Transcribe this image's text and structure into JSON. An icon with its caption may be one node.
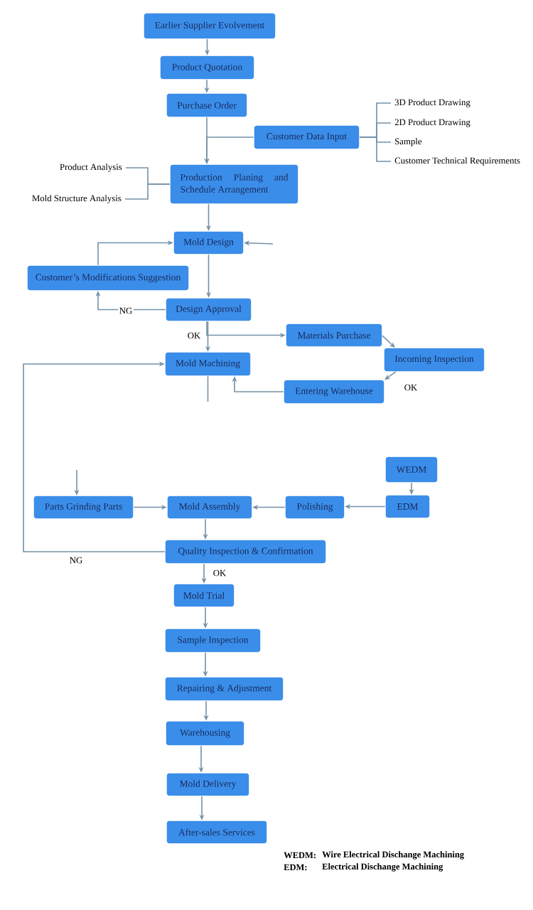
{
  "diagram": {
    "nodes": [
      {
        "text": [
          "Earlier Supplier Evolvement"
        ]
      },
      {
        "text": [
          "Product Quotation"
        ]
      },
      {
        "text": [
          "Purchase Order"
        ]
      },
      {
        "text": [
          "Customer Data Input"
        ]
      },
      {
        "text": [
          "3D Product Drawing"
        ]
      },
      {
        "text": [
          "2D Product Drawing"
        ]
      },
      {
        "text": [
          "Sample"
        ]
      },
      {
        "text": [
          "Customer Technical Requirements"
        ]
      },
      {
        "text": [
          "Product Analysis"
        ]
      },
      {
        "text": [
          "Production Planing and Schedule Arrangement"
        ]
      },
      {
        "text": [
          "Mold Structure Analysis"
        ]
      },
      {
        "text": [
          "Mold Design"
        ]
      },
      {
        "text": [
          "Customer’s Modifications Suggestion"
        ]
      },
      {
        "text": [
          "Design Approval"
        ]
      },
      {
        "text": [
          "Materials Purchase"
        ]
      },
      {
        "text": [
          "Mold Machining"
        ]
      },
      {
        "text": [
          "Incoming Inspection"
        ]
      },
      {
        "text": [
          "Entering Warehouse"
        ]
      },
      {
        "text": [
          "WEDM"
        ]
      },
      {
        "text": [
          "Parts Grinding Parts"
        ]
      },
      {
        "text": [
          "Mold Assembly"
        ]
      },
      {
        "text": [
          "Polishing"
        ]
      },
      {
        "text": [
          "EDM"
        ]
      },
      {
        "text": [
          "Quality Inspection & Confirmation"
        ]
      },
      {
        "text": [
          "Mold Trial"
        ]
      },
      {
        "text": [
          "Sample Inspection"
        ]
      },
      {
        "text": [
          "Repairing & Adjustment"
        ]
      },
      {
        "text": [
          "Warehousing"
        ]
      },
      {
        "text": [
          "Mold Delivery"
        ]
      },
      {
        "text": [
          "After-sales Services"
        ]
      }
    ],
    "edges": [
      {
        "from": 0,
        "to": 1,
        "arrow": "to"
      },
      {
        "from": 1,
        "to": 2,
        "arrow": "to"
      },
      {
        "from": 2,
        "to": 9,
        "arrow": "to"
      },
      {
        "from": 3,
        "to": 9,
        "arrow": "to"
      },
      {
        "from": 3,
        "to": 4,
        "arrow": "none"
      },
      {
        "from": 3,
        "to": 5,
        "arrow": "none"
      },
      {
        "from": 3,
        "to": 6,
        "arrow": "none"
      },
      {
        "from": 3,
        "to": 7,
        "arrow": "none"
      },
      {
        "from": 8,
        "to": 9,
        "arrow": "none"
      },
      {
        "from": 10,
        "to": 9,
        "arrow": "none"
      },
      {
        "from": 9,
        "to": 11,
        "arrow": "to"
      },
      {
        "from": null,
        "to": 11,
        "arrow": "to"
      },
      {
        "from": 11,
        "to": 13,
        "arrow": "to"
      },
      {
        "from": 13,
        "to": 12,
        "arrow": "to",
        "label": "NG"
      },
      {
        "from": 12,
        "to": 11,
        "arrow": "to"
      },
      {
        "from": 13,
        "to": 15,
        "arrow": "to",
        "label": "OK"
      },
      {
        "from": 13,
        "to": 14,
        "arrow": "to"
      },
      {
        "from": 14,
        "to": 16,
        "arrow": "to"
      },
      {
        "from": 16,
        "to": 17,
        "arrow": "to",
        "label": "OK"
      },
      {
        "from": 17,
        "to": 15,
        "arrow": "to"
      },
      {
        "from": 23,
        "to": 15,
        "arrow": "to",
        "label": "NG"
      },
      {
        "from": 15,
        "to": null,
        "arrow": "none"
      },
      {
        "from": null,
        "to": 19,
        "arrow": "to"
      },
      {
        "from": 18,
        "to": 22,
        "arrow": "to"
      },
      {
        "from": 22,
        "to": 21,
        "arrow": "to"
      },
      {
        "from": 21,
        "to": 20,
        "arrow": "to"
      },
      {
        "from": 19,
        "to": 20,
        "arrow": "to"
      },
      {
        "from": 20,
        "to": 23,
        "arrow": "to"
      },
      {
        "from": 23,
        "to": 24,
        "arrow": "to",
        "label": "OK"
      },
      {
        "from": 24,
        "to": 25,
        "arrow": "to"
      },
      {
        "from": 25,
        "to": 26,
        "arrow": "to"
      },
      {
        "from": 26,
        "to": 27,
        "arrow": "to"
      },
      {
        "from": 27,
        "to": 28,
        "arrow": "to"
      },
      {
        "from": 28,
        "to": 29,
        "arrow": "to"
      }
    ],
    "labels": [
      "WEDM:",
      "Wire Electrical Dischange Machining",
      "EDM:",
      "Electrical Dischange Machining"
    ]
  }
}
